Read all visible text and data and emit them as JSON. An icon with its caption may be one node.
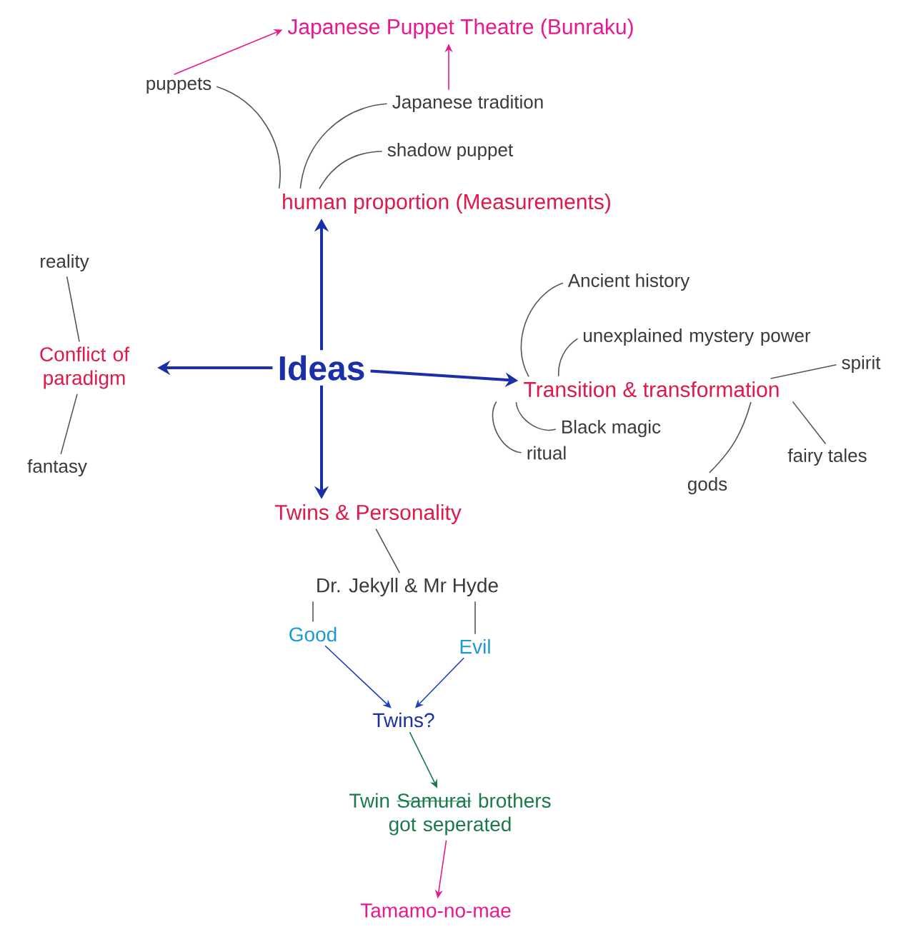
{
  "diagram": {
    "nodes": [
      {
        "text": [
          "Japanese Puppet Theatre (Bunraku)"
        ]
      },
      {
        "text": [
          "puppets"
        ]
      },
      {
        "text": [
          "Japanese tradition"
        ]
      },
      {
        "text": [
          "shadow puppet"
        ]
      },
      {
        "text": [
          "human proportion (Measurements)"
        ]
      },
      {
        "text": [
          "reality"
        ]
      },
      {
        "text": [
          "Conflict of paradigm"
        ]
      },
      {
        "text": [
          "fantasy"
        ]
      },
      {
        "text": [
          "Ideas"
        ]
      },
      {
        "text": [
          "Ancient history"
        ]
      },
      {
        "text": [
          "unexplained mystery power"
        ]
      },
      {
        "text": [
          "spirit"
        ]
      },
      {
        "text": [
          "Transition & transformation"
        ]
      },
      {
        "text": [
          "Black magic"
        ]
      },
      {
        "text": [
          "ritual"
        ]
      },
      {
        "text": [
          "gods"
        ]
      },
      {
        "text": [
          "fairy tales"
        ]
      },
      {
        "text": [
          "Twins & Personality"
        ]
      },
      {
        "text": [
          "Dr. Jekyll & Mr Hyde"
        ]
      },
      {
        "text": [
          "Good"
        ]
      },
      {
        "text": [
          "Evil"
        ]
      },
      {
        "text": [
          "Twins?"
        ]
      },
      {
        "text": [
          "Twin",
          "Samurai",
          "brothers got seperated"
        ]
      },
      {
        "text": [
          "Tamamo-no-mae"
        ]
      }
    ],
    "edges": [
      {
        "from": 1,
        "to": 0,
        "arrow": "to",
        "color": "#e8188f"
      },
      {
        "from": 2,
        "to": 0,
        "arrow": "to",
        "color": "#e8188f"
      },
      {
        "from": 1,
        "to": 4,
        "arrow": "none"
      },
      {
        "from": 2,
        "to": 4,
        "arrow": "none"
      },
      {
        "from": 3,
        "to": 4,
        "arrow": "none"
      },
      {
        "from": 8,
        "to": 4,
        "arrow": "to",
        "style": "thick",
        "color": "#1a2fa8"
      },
      {
        "from": 8,
        "to": 6,
        "arrow": "to",
        "style": "thick",
        "color": "#1a2fa8"
      },
      {
        "from": 8,
        "to": 12,
        "arrow": "to",
        "style": "thick",
        "color": "#1a2fa8"
      },
      {
        "from": 8,
        "to": 17,
        "arrow": "to",
        "style": "thick",
        "color": "#1a2fa8"
      },
      {
        "from": 5,
        "to": 6,
        "arrow": "none"
      },
      {
        "from": 7,
        "to": 6,
        "arrow": "none"
      },
      {
        "from": 9,
        "to": 12,
        "arrow": "none"
      },
      {
        "from": 10,
        "to": 12,
        "arrow": "none"
      },
      {
        "from": 11,
        "to": 12,
        "arrow": "none"
      },
      {
        "from": 13,
        "to": 12,
        "arrow": "none"
      },
      {
        "from": 14,
        "to": 12,
        "arrow": "none"
      },
      {
        "from": 15,
        "to": 12,
        "arrow": "none"
      },
      {
        "from": 16,
        "to": 12,
        "arrow": "none"
      },
      {
        "from": 18,
        "to": 17,
        "arrow": "none"
      },
      {
        "from": 18,
        "to": 19,
        "arrow": "none"
      },
      {
        "from": 18,
        "to": 20,
        "arrow": "none"
      },
      {
        "from": 19,
        "to": 21,
        "arrow": "to",
        "color": "#1a3fc0"
      },
      {
        "from": 20,
        "to": 21,
        "arrow": "to",
        "color": "#1a3fc0"
      },
      {
        "from": 21,
        "to": 22,
        "arrow": "to",
        "color": "#1a7a4a"
      },
      {
        "from": 22,
        "to": 23,
        "arrow": "to",
        "color": "#e8188f"
      }
    ]
  }
}
